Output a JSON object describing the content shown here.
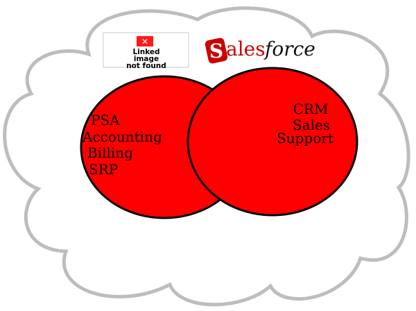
{
  "colors": {
    "cloud_outline": "#bdbdbd",
    "circle_fill": "#ff0000",
    "circle_stroke": "#000000",
    "broken_image_red": "#ff1a1a"
  },
  "broken_image": {
    "icon": "x-icon",
    "lines": [
      "Linked",
      "image",
      "not found"
    ]
  },
  "logo": {
    "brand": "Salesforce",
    "first_letter": "S",
    "rest_regular": "ales",
    "rest_italic": "force"
  },
  "venn": {
    "left_set": [
      "PSA",
      "Accounting",
      "Billing",
      "SRP"
    ],
    "right_set": [
      "CRM",
      "Sales",
      "Support"
    ]
  }
}
